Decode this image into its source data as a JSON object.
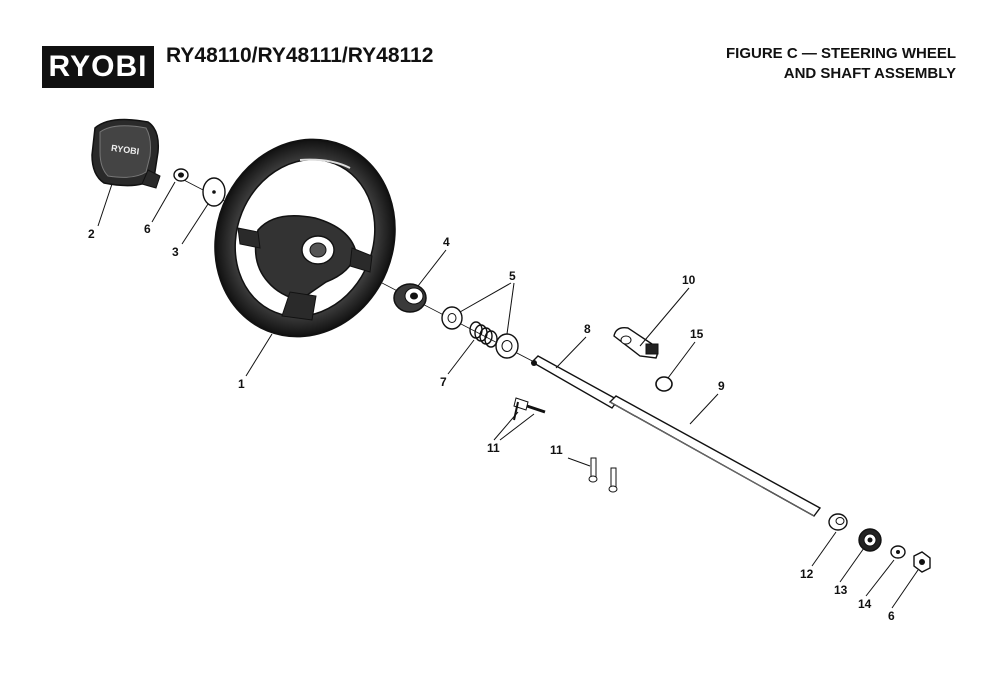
{
  "header": {
    "logo_text": "RYOBI",
    "models": "RY48110/RY48111/RY48112",
    "figure_line1": "FIGURE C — STEERING WHEEL",
    "figure_line2": "AND SHAFT ASSEMBLY"
  },
  "parts": {
    "p1": "1",
    "p2": "2",
    "p3": "3",
    "p4": "4",
    "p5": "5",
    "p6a": "6",
    "p6b": "6",
    "p7": "7",
    "p8": "8",
    "p9": "9",
    "p10": "10",
    "p11a": "11",
    "p11b": "11",
    "p12": "12",
    "p13": "13",
    "p14": "14",
    "p15": "15"
  },
  "cap_logo_text": "RYOBI"
}
